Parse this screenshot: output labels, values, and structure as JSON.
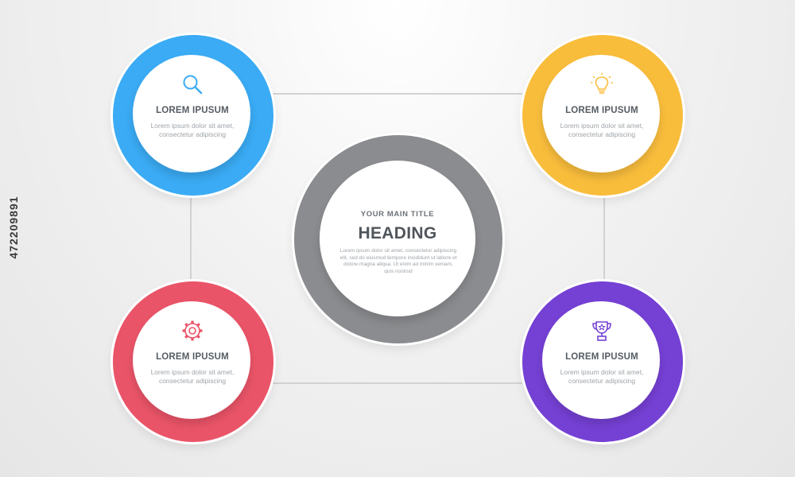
{
  "center": {
    "subtitle": "YOUR MAIN TITLE",
    "heading": "HEADING",
    "description": "Lorem ipsum dolor sit amet, consectetur adipiscing elit, sed do eiusmod tempore incididunt ut labore et dolore magna aliqua. Ut enim ad minim veniam, quis nostrud",
    "color": "#8b8c8f"
  },
  "cards": [
    {
      "title": "LOREM IPUSUM",
      "description": "Lorem ipsum dolor sit amet, consectetur adipiscing",
      "icon": "search-icon",
      "color": "#3aabf4"
    },
    {
      "title": "LOREM IPUSUM",
      "description": "Lorem ipsum dolor sit amet, consectetur adipiscing",
      "icon": "lightbulb-icon",
      "color": "#f9bd3c"
    },
    {
      "title": "LOREM IPUSUM",
      "description": "Lorem ipsum dolor sit amet, consectetur adipiscing",
      "icon": "gear-icon",
      "color": "#ea5468"
    },
    {
      "title": "LOREM IPUSUM",
      "description": "Lorem ipsum dolor sit amet, consectetur adipiscing",
      "icon": "trophy-icon",
      "color": "#7540d4"
    }
  ],
  "watermark": {
    "id": "472209891"
  }
}
